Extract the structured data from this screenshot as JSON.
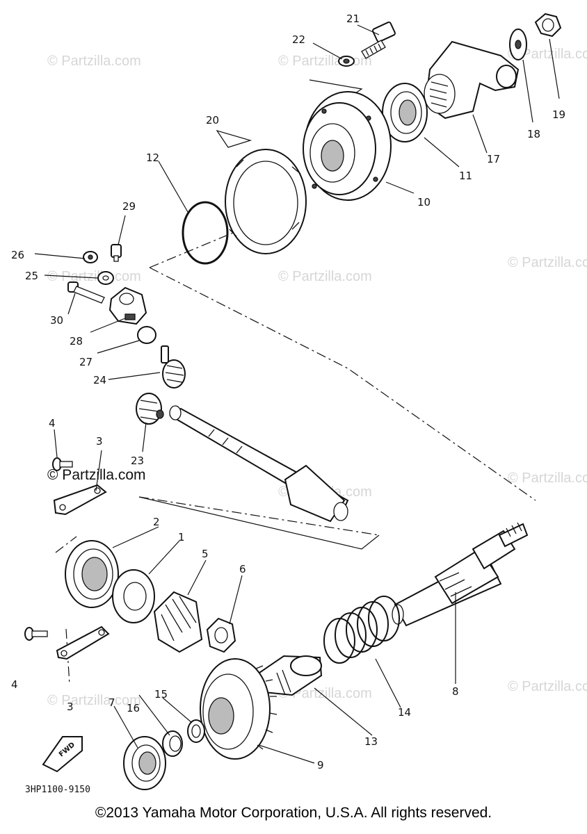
{
  "diagram": {
    "callouts": [
      "1",
      "2",
      "3",
      "3",
      "4",
      "4",
      "5",
      "6",
      "7",
      "8",
      "9",
      "10",
      "11",
      "12",
      "13",
      "14",
      "15",
      "16",
      "17",
      "18",
      "19",
      "20",
      "21",
      "22",
      "23",
      "24",
      "25",
      "26",
      "27",
      "28",
      "29",
      "30"
    ],
    "watermark": "© Partzilla.com",
    "diagram_code": "3HP1100-9150",
    "fwd_label": "FWD"
  },
  "footer": {
    "copyright": "©2013 Yamaha Motor Corporation, U.S.A. All rights reserved."
  }
}
